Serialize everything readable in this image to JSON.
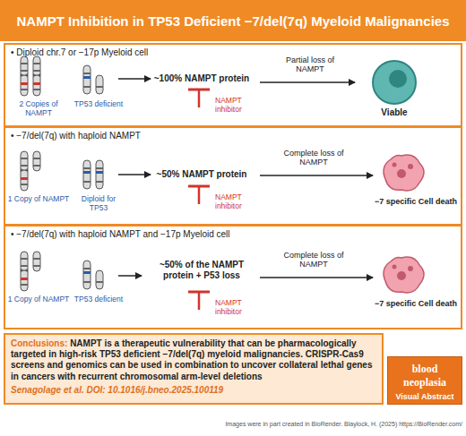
{
  "diagram": {
    "title": "NAMPT Inhibition in TP53 Deficient −7/del(7q) Myeloid Malignancies",
    "nodes": [
      {
        "text": [
          "• Diploid chr.7 or −17p Myeloid cell"
        ]
      },
      {
        "text": [
          "• −7/del(7q) with haploid NAMPT"
        ]
      },
      {
        "text": [
          "• −7/del(7q) with haploid NAMPT and −17p Myeloid cell"
        ]
      },
      {
        "text": [
          "Conclusions:",
          "NAMPT is a therapeutic vulnerability that can be pharmacologically targeted in high-risk TP53 deficient −7/del(7q) myeloid malignancies. CRISPR-Cas9 screens and genomics can be used in combination to uncover collateral lethal genes in cancers with recurrent chromosomal arm-level deletions",
          "Senagolage et al. DOI: 10.1016/j.bneo.2025.100119"
        ]
      },
      {
        "text": [
          "blood neoplasia",
          "Visual Abstract"
        ]
      }
    ],
    "labels": [
      "2 Copies of NAMPT",
      "TP53 deficient",
      "~100% NAMPT protein",
      "NAMPT inhibitor",
      "Partial loss of NAMPT",
      "Viable",
      "1 Copy of NAMPT",
      "Diploid for TP53",
      "~50% NAMPT protein",
      "NAMPT inhibitor",
      "Complete loss of NAMPT",
      "−7 specific Cell death",
      "1 Copy of NAMPT",
      "TP53 deficient",
      "~50% of the NAMPT protein + P53 loss",
      "NAMPT inhibitor",
      "Complete loss of NAMPT",
      "−7 specific Cell death",
      "Images were in part created in BioRender. Blaylock, H. (2025) https://BioRender.com/"
    ]
  }
}
